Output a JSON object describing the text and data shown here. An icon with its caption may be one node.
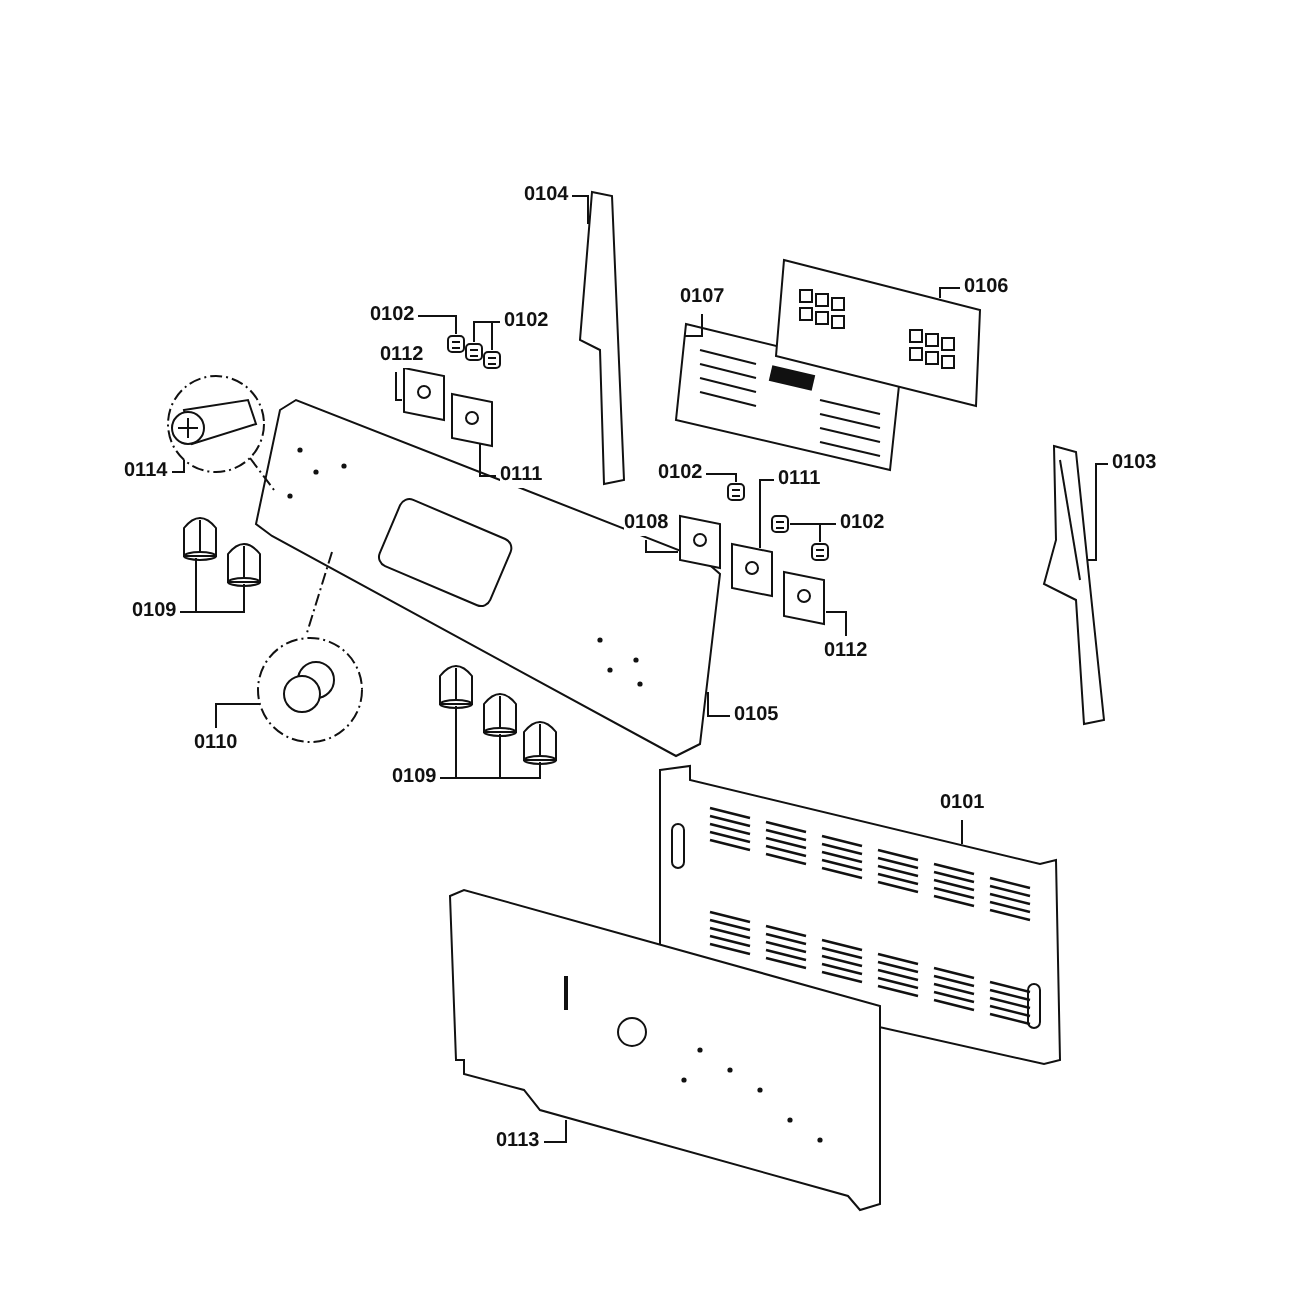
{
  "diagram": {
    "nodes": [
      {
        "text": [
          "0104"
        ]
      },
      {
        "text": [
          "0107"
        ]
      },
      {
        "text": [
          "0106"
        ]
      },
      {
        "text": [
          "0102"
        ]
      },
      {
        "text": [
          "0102"
        ]
      },
      {
        "text": [
          "0112"
        ]
      },
      {
        "text": [
          "0111"
        ]
      },
      {
        "text": [
          "0114"
        ]
      },
      {
        "text": [
          "0103"
        ]
      },
      {
        "text": [
          "0102"
        ]
      },
      {
        "text": [
          "0111"
        ]
      },
      {
        "text": [
          "0108"
        ]
      },
      {
        "text": [
          "0102"
        ]
      },
      {
        "text": [
          "0112"
        ]
      },
      {
        "text": [
          "0109"
        ]
      },
      {
        "text": [
          "0105"
        ]
      },
      {
        "text": [
          "0110"
        ]
      },
      {
        "text": [
          "0109"
        ]
      },
      {
        "text": [
          "0101"
        ]
      },
      {
        "text": [
          "0113"
        ]
      },
      {
        "text": [],
        "shape": "picture"
      },
      {
        "text": [],
        "shape": "picture"
      },
      {
        "text": [],
        "shape": "picture"
      },
      {
        "text": [],
        "shape": "picture"
      },
      {
        "text": [],
        "shape": "picture"
      },
      {
        "text": [],
        "shape": "picture"
      },
      {
        "text": [],
        "shape": "picture"
      },
      {
        "text": [],
        "shape": "picture"
      },
      {
        "text": [],
        "shape": "picture"
      },
      {
        "text": [],
        "shape": "picture"
      },
      {
        "text": [],
        "shape": "picture"
      },
      {
        "text": [],
        "shape": "picture"
      },
      {
        "text": [],
        "shape": "picture"
      },
      {
        "text": [],
        "shape": "picture"
      },
      {
        "text": [],
        "shape": "picture"
      },
      {
        "text": [],
        "shape": "picture"
      },
      {
        "text": [],
        "shape": "picture"
      },
      {
        "text": [],
        "shape": "picture"
      },
      {
        "text": [],
        "shape": "picture"
      },
      {
        "text": [],
        "shape": "picture"
      },
      {
        "text": [],
        "shape": "picture"
      },
      {
        "text": [],
        "shape": "picture"
      },
      {
        "text": [],
        "shape": "picture"
      },
      {
        "text": [],
        "shape": "picture"
      },
      {
        "text": [],
        "shape": "picture"
      }
    ],
    "edges": [
      {
        "from": 0,
        "to": 20,
        "arrow": "none"
      },
      {
        "from": 1,
        "to": 21,
        "arrow": "none"
      },
      {
        "from": 2,
        "to": 22,
        "arrow": "none"
      },
      {
        "from": 3,
        "to": 23,
        "arrow": "none"
      },
      {
        "from": 4,
        "to": 24,
        "arrow": "none"
      },
      {
        "from": 4,
        "to": 25,
        "arrow": "none"
      },
      {
        "from": 5,
        "to": 26,
        "arrow": "none"
      },
      {
        "from": 6,
        "to": 27,
        "arrow": "none"
      },
      {
        "from": 7,
        "to": 28,
        "arrow": "none"
      },
      {
        "from": 8,
        "to": 29,
        "arrow": "none"
      },
      {
        "from": 9,
        "to": 30,
        "arrow": "none"
      },
      {
        "from": 10,
        "to": 34,
        "arrow": "none"
      },
      {
        "from": 11,
        "to": 33,
        "arrow": "none"
      },
      {
        "from": 12,
        "to": 31,
        "arrow": "none"
      },
      {
        "from": 12,
        "to": 32,
        "arrow": "none"
      },
      {
        "from": 13,
        "to": 35,
        "arrow": "none"
      },
      {
        "from": 14,
        "to": 36,
        "arrow": "none"
      },
      {
        "from": 14,
        "to": 37,
        "arrow": "none"
      },
      {
        "from": 15,
        "to": 38,
        "arrow": "none"
      },
      {
        "from": 16,
        "to": 39,
        "arrow": "none"
      },
      {
        "from": 17,
        "to": 40,
        "arrow": "none"
      },
      {
        "from": 17,
        "to": 41,
        "arrow": "none"
      },
      {
        "from": 17,
        "to": 42,
        "arrow": "none"
      },
      {
        "from": 18,
        "to": 43,
        "arrow": "none"
      },
      {
        "from": 19,
        "to": 44,
        "arrow": "none"
      },
      {
        "from": 28,
        "to": 38,
        "arrow": "none",
        "style": "dashed"
      },
      {
        "from": 38,
        "to": 39,
        "arrow": "none",
        "style": "dashed"
      }
    ]
  }
}
